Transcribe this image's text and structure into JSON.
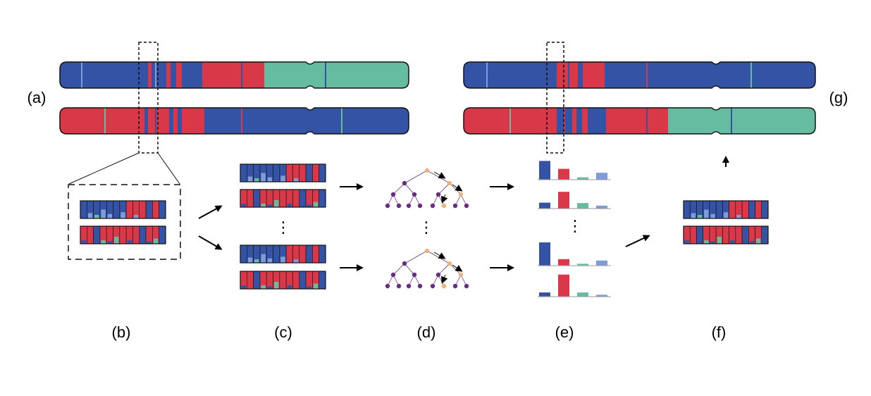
{
  "colors": {
    "blue": "#3553a4",
    "red": "#d93848",
    "green": "#66bca0",
    "light_blue": "#7f9bd8",
    "tree_purple": "#6a2d86",
    "tree_orange": "#f1b27a",
    "outline": "#111111"
  },
  "labels": {
    "a": "(a)",
    "b": "(b)",
    "c": "(c)",
    "d": "(d)",
    "e": "(e)",
    "f": "(f)",
    "g": "(g)"
  },
  "ellipsis": "⋮",
  "histogram_levels": [
    [
      0.95,
      0.55,
      0.12,
      0.35
    ],
    [
      0.3,
      0.85,
      0.28,
      0.15
    ],
    [
      1.0,
      0.28,
      0.08,
      0.22
    ],
    [
      0.18,
      0.95,
      0.18,
      0.08
    ]
  ]
}
